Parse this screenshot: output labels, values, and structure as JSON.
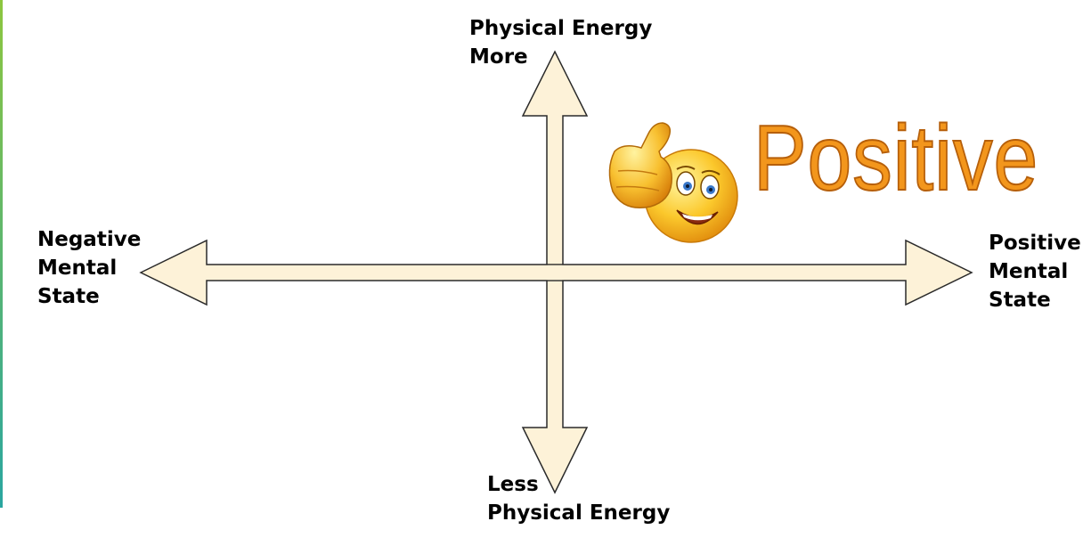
{
  "colors": {
    "arrow_fill": "#fdf2d8",
    "arrow_stroke": "#2a2a2a",
    "positive_word": "#f3961c",
    "left_rule": "#8dc63f"
  },
  "labels": {
    "top_line1": "Physical Energy",
    "top_line2": "More",
    "bottom_line1": "Less",
    "bottom_line2": "Physical Energy",
    "left_line1": "Negative",
    "left_line2": "Mental",
    "left_line3": "State",
    "right_line1": "Positive",
    "right_line2": "Mental",
    "right_line3": "State"
  },
  "quadrant_word": "Positive",
  "icons": {
    "emoji": "thumbs-up-smiley-icon"
  }
}
